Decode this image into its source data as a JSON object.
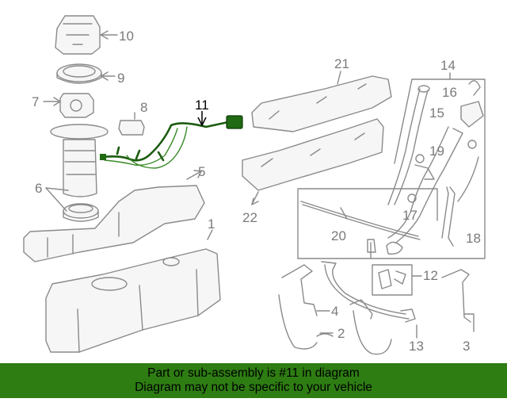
{
  "callouts": {
    "c1": "1",
    "c2": "2",
    "c3": "3",
    "c4": "4",
    "c5": "5",
    "c6": "6",
    "c7": "7",
    "c8": "8",
    "c9": "9",
    "c10": "10",
    "c11": "11",
    "c12": "12",
    "c13": "13",
    "c14": "14",
    "c15": "15",
    "c16": "16",
    "c17": "17",
    "c18": "18",
    "c19": "19",
    "c20": "20",
    "c21": "21",
    "c22": "22"
  },
  "highlight_color": "#2e7d13",
  "banner": {
    "line1": "Part or sub-assembly is #11 in diagram",
    "line2": "Diagram may not be specific to your vehicle"
  }
}
